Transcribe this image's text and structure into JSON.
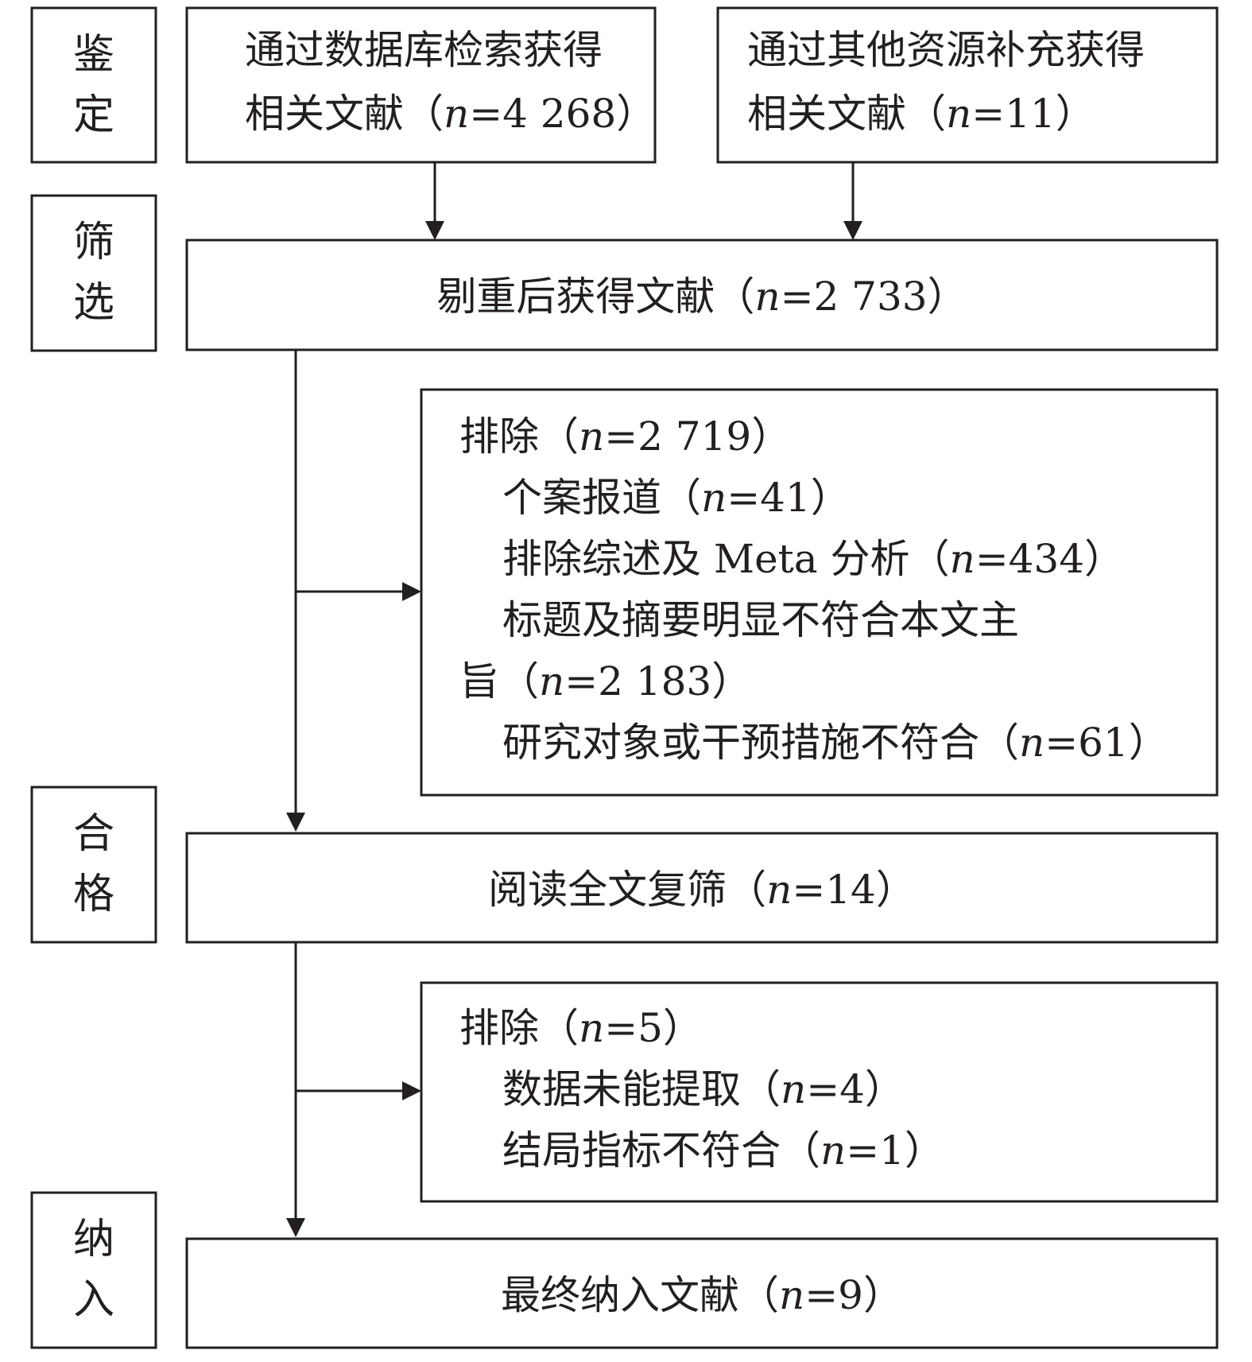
{
  "stages": {
    "identification": [
      "鉴",
      "定"
    ],
    "screening": [
      "筛",
      "选"
    ],
    "eligibility": [
      "合",
      "格"
    ],
    "included": [
      "纳",
      "入"
    ]
  },
  "database_records": {
    "line1": "通过数据库检索获得",
    "line2_prefix": "相关文献（",
    "n_symbol": "n",
    "line2_value": "=4 268）"
  },
  "other_records": {
    "line1": "通过其他资源补充获得",
    "line2_prefix": "相关文献（",
    "n_symbol": "n",
    "line2_value": "=11）"
  },
  "after_dedup": {
    "prefix": "剔重后获得文献（",
    "n_symbol": "n",
    "value": "=2 733）"
  },
  "exclusion_screening": {
    "header_prefix": "排除（",
    "n_symbol": "n",
    "header_value": "=2 719）",
    "items": [
      {
        "prefix": "个案报道（",
        "n_symbol": "n",
        "value": "=41）"
      },
      {
        "prefix": "排除综述及 Meta 分析（",
        "n_symbol": "n",
        "value": "=434）"
      },
      {
        "line1": "标题及摘要明显不符合本文主",
        "prefix": "旨（",
        "n_symbol": "n",
        "value": "=2 183）"
      },
      {
        "prefix": "研究对象或干预措施不符合（",
        "n_symbol": "n",
        "value": "=61）"
      }
    ]
  },
  "full_text": {
    "prefix": "阅读全文复筛（",
    "n_symbol": "n",
    "value": "=14）"
  },
  "exclusion_fulltext": {
    "header_prefix": "排除（",
    "n_symbol": "n",
    "header_value": "=5）",
    "items": [
      {
        "prefix": "数据未能提取（",
        "n_symbol": "n",
        "value": "=4）"
      },
      {
        "prefix": "结局指标不符合（",
        "n_symbol": "n",
        "value": "=1）"
      }
    ]
  },
  "final_included": {
    "prefix": "最终纳入文献（",
    "n_symbol": "n",
    "value": "=9）"
  }
}
